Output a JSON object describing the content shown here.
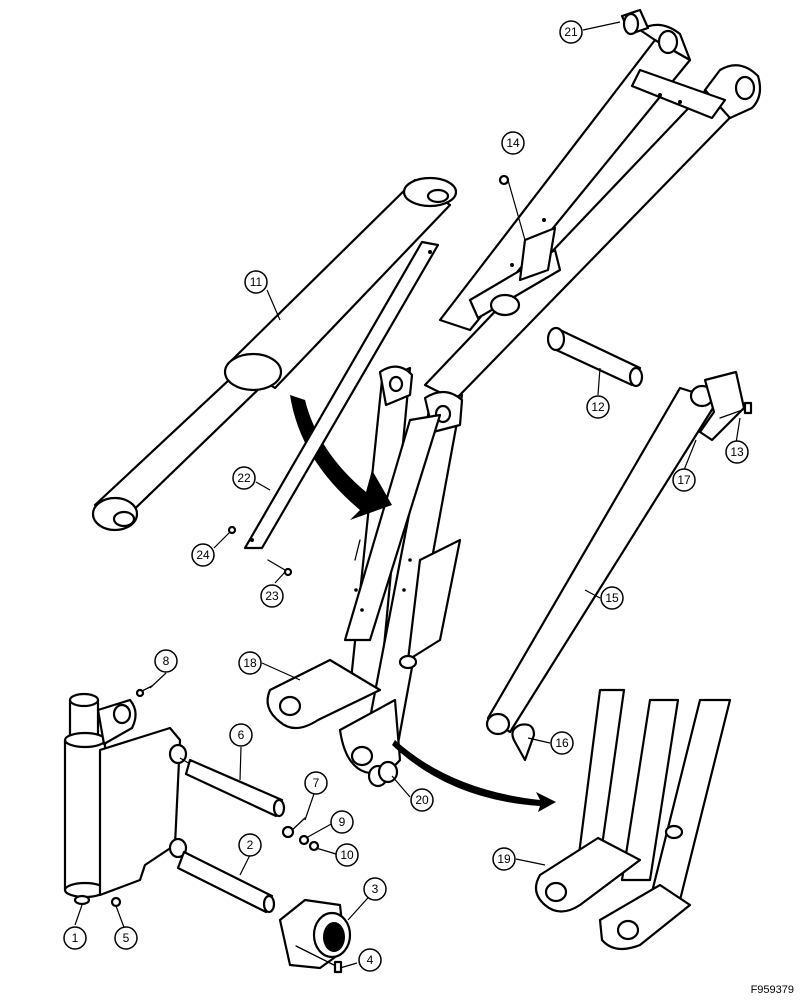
{
  "figure_code": "F959379",
  "callouts": [
    "1",
    "2",
    "3",
    "4",
    "5",
    "6",
    "7",
    "8",
    "9",
    "10",
    "11",
    "12",
    "13",
    "14",
    "15",
    "16",
    "17",
    "18",
    "19",
    "20",
    "21",
    "22",
    "23",
    "24"
  ]
}
